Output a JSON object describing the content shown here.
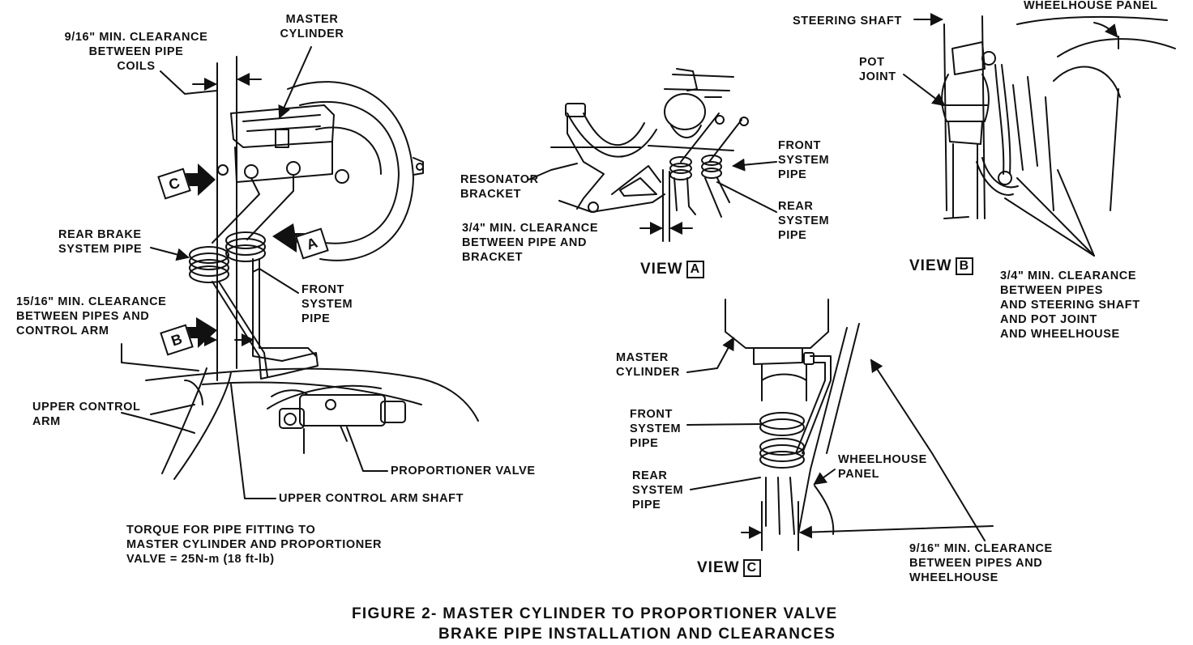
{
  "labels": {
    "clearance_9_16_top": "9/16\" MIN. CLEARANCE\nBETWEEN PIPE\nCOILS",
    "master_cylinder_top": "MASTER\nCYLINDER",
    "rear_brake_system_pipe": "REAR BRAKE\nSYSTEM PIPE",
    "front_system_pipe_main": "FRONT\nSYSTEM\nPIPE",
    "clearance_15_16": "15/16\" MIN. CLEARANCE\nBETWEEN PIPES AND\nCONTROL ARM",
    "upper_control_arm": "UPPER CONTROL\nARM",
    "proportioner_valve": "PROPORTIONER VALVE",
    "upper_control_arm_shaft": "UPPER CONTROL ARM SHAFT",
    "torque_note": "TORQUE FOR PIPE FITTING TO\nMASTER CYLINDER AND PROPORTIONER\nVALVE = 25N-m (18 ft-lb)",
    "resonator_bracket": "RESONATOR\nBRACKET",
    "clearance_3_4_bracket": "3/4\" MIN. CLEARANCE\nBETWEEN PIPE AND\nBRACKET",
    "front_system_pipe_a": "FRONT\nSYSTEM\nPIPE",
    "rear_system_pipe_a": "REAR\nSYSTEM\nPIPE",
    "steering_shaft": "STEERING SHAFT",
    "wheelhouse_panel_top": "WHEELHOUSE PANEL",
    "pot_joint": "POT\nJOINT",
    "clearance_3_4_steering": "3/4\" MIN. CLEARANCE\nBETWEEN PIPES\nAND STEERING SHAFT\nAND POT JOINT\nAND WHEELHOUSE",
    "master_cylinder_c": "MASTER\nCYLINDER",
    "front_system_pipe_c": "FRONT\nSYSTEM\nPIPE",
    "rear_system_pipe_c": "REAR\nSYSTEM\nPIPE",
    "wheelhouse_panel_c": "WHEELHOUSE\nPANEL",
    "clearance_9_16_wheelhouse": "9/16\" MIN. CLEARANCE\nBETWEEN  PIPES AND\nWHEELHOUSE"
  },
  "views": {
    "a": {
      "word": "VIEW",
      "letter": "A"
    },
    "b": {
      "word": "VIEW",
      "letter": "B"
    },
    "c": {
      "word": "VIEW",
      "letter": "C"
    }
  },
  "markers": {
    "a": "A",
    "b": "B",
    "c": "C"
  },
  "caption": {
    "line1": "FIGURE 2- MASTER CYLINDER TO PROPORTIONER VALVE",
    "line2": "BRAKE PIPE INSTALLATION AND CLEARANCES"
  }
}
